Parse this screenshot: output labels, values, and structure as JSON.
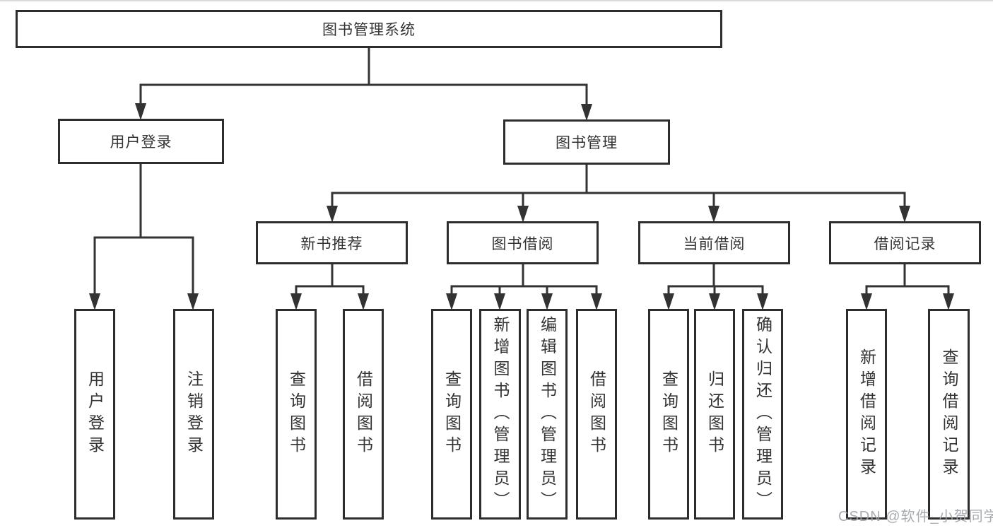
{
  "diagram": {
    "root": {
      "label": "图书管理系统"
    },
    "branches": [
      {
        "label": "用户登录",
        "leaves": [
          "用户登录",
          "注销登录"
        ]
      },
      {
        "label": "图书管理",
        "sections": [
          {
            "label": "新书推荐",
            "leaves": [
              "查询图书",
              "借阅图书"
            ]
          },
          {
            "label": "图书借阅",
            "leaves": [
              "查询图书",
              "新增图书（管理员）",
              "编辑图书（管理员）",
              "借阅图书"
            ]
          },
          {
            "label": "当前借阅",
            "leaves": [
              "查询图书",
              "归还图书",
              "确认归还（管理员）"
            ]
          },
          {
            "label": "借阅记录",
            "leaves": [
              "新增借阅记录",
              "查询借阅记录"
            ]
          }
        ]
      }
    ]
  },
  "watermark": "CSDN @软件_小贺同学",
  "colors": {
    "line": "#333333",
    "box_border": "#2d2d2d",
    "text": "#333333",
    "watermark": "#9ea2a8"
  }
}
